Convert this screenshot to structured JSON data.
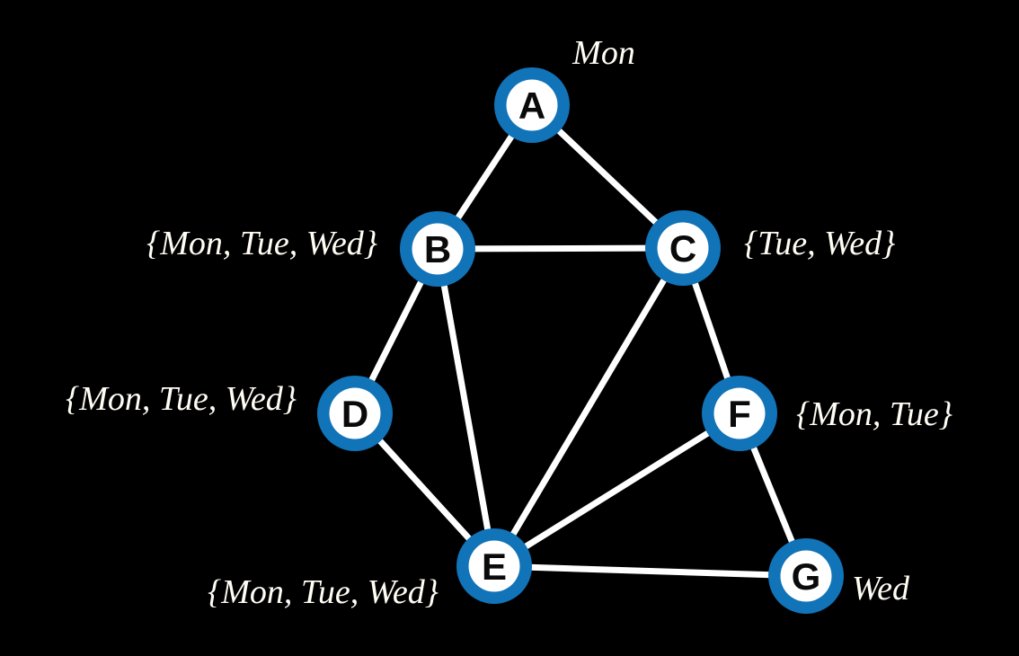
{
  "figure": {
    "kind": "constraint-graph-diagram",
    "background_color": "#000000",
    "node_ring_color": "#1173b8",
    "node_fill_color": "#ffffff",
    "node_letter_color": "#0a0a0a",
    "edge_color": "#ffffff",
    "label_color": "#fffdf4"
  },
  "nodes": {
    "A": {
      "label": "A",
      "domain": "Mon"
    },
    "B": {
      "label": "B",
      "domain": "{Mon, Tue, Wed}"
    },
    "C": {
      "label": "C",
      "domain": "{Tue, Wed}"
    },
    "D": {
      "label": "D",
      "domain": "{Mon, Tue, Wed}"
    },
    "E": {
      "label": "E",
      "domain": "{Mon, Tue, Wed}"
    },
    "F": {
      "label": "F",
      "domain": "{Mon, Tue}"
    },
    "G": {
      "label": "G",
      "domain": "Wed"
    }
  },
  "edges": [
    [
      "A",
      "B"
    ],
    [
      "A",
      "C"
    ],
    [
      "B",
      "C"
    ],
    [
      "B",
      "D"
    ],
    [
      "B",
      "E"
    ],
    [
      "C",
      "E"
    ],
    [
      "C",
      "F"
    ],
    [
      "D",
      "E"
    ],
    [
      "E",
      "F"
    ],
    [
      "E",
      "G"
    ],
    [
      "F",
      "G"
    ]
  ]
}
